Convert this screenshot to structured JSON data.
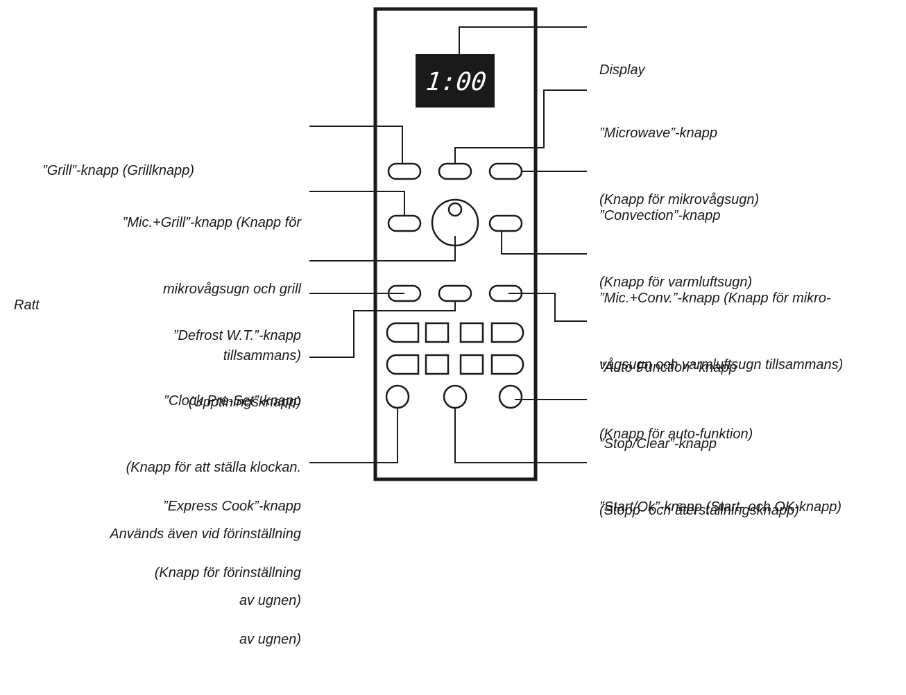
{
  "display": {
    "readout": "1:00"
  },
  "labels": {
    "display": [
      "Display"
    ],
    "microwave": [
      "”Microwave”-knapp",
      "(Knapp för mikrovågsugn)"
    ],
    "grill": [
      "”Grill”-knapp (Grillknapp)"
    ],
    "convection": [
      "”Convection”-knapp",
      "(Knapp för varmluftsugn)"
    ],
    "mic_grill": [
      "”Mic.+Grill”-knapp (Knapp för",
      "mikrovågsugn och grill",
      "tillsammans)"
    ],
    "mic_conv": [
      "”Mic.+Conv.”-knapp (Knapp för mikro-",
      "vågsugn och varmluftsugn tillsammans)"
    ],
    "dial": [
      "Ratt"
    ],
    "defrost": [
      "”Defrost W.T.”-knapp",
      "(Upptiningsknapp)"
    ],
    "auto_function": [
      "”Auto Function”-knapp",
      "(Knapp för auto-funktion)"
    ],
    "clock": [
      "”Clock Pre-Set”-knapp",
      "(Knapp för att ställa klockan.",
      "Används även vid förinställning",
      "av ugnen)"
    ],
    "stop_clear": [
      "”Stop/Clear”-knapp",
      "(Stopp- och återställningsknapp)"
    ],
    "express": [
      "”Express Cook”-knapp",
      "(Knapp för förinställning",
      "av ugnen)"
    ],
    "start_ok": [
      "”Start/Ok”-knapp (Start- och OK-knapp)"
    ]
  }
}
